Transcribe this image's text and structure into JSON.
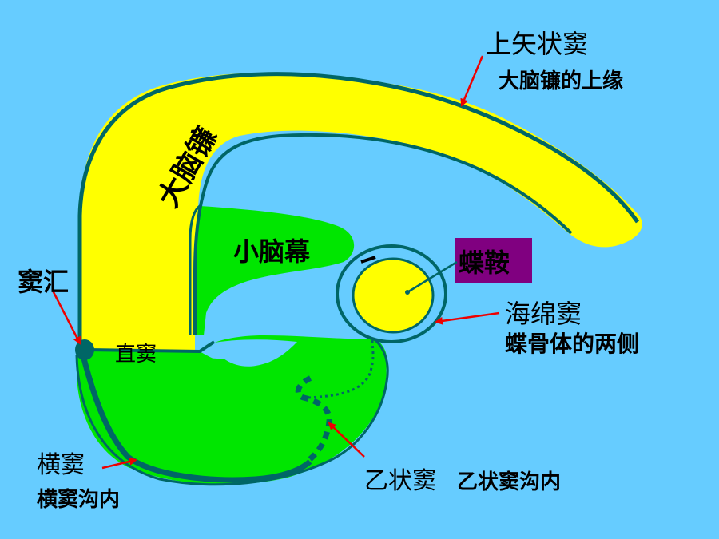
{
  "colors": {
    "background": "#66ccff",
    "falx_fill": "#ffff00",
    "tentorium_fill": "#00e600",
    "sinus_stroke": "#006666",
    "arrow_red": "#ee0000",
    "sella_box": "#800080"
  },
  "labels": {
    "superior_sagittal_sinus": "上矢状窦",
    "superior_sagittal_sinus_note": "大脑镰的上缘",
    "falx_cerebri": "大脑镰",
    "tentorium_cerebelli": "小脑幕",
    "confluence_of_sinuses": "窦汇",
    "straight_sinus": "直窦",
    "sella_turcica": "蝶鞍",
    "cavernous_sinus": "海绵窦",
    "cavernous_sinus_note": "蝶骨体的两侧",
    "transverse_sinus": "横窦",
    "transverse_sinus_note": "横窦沟内",
    "sigmoid_sinus": "乙状窦",
    "sigmoid_sinus_note": "乙状窦沟内"
  }
}
